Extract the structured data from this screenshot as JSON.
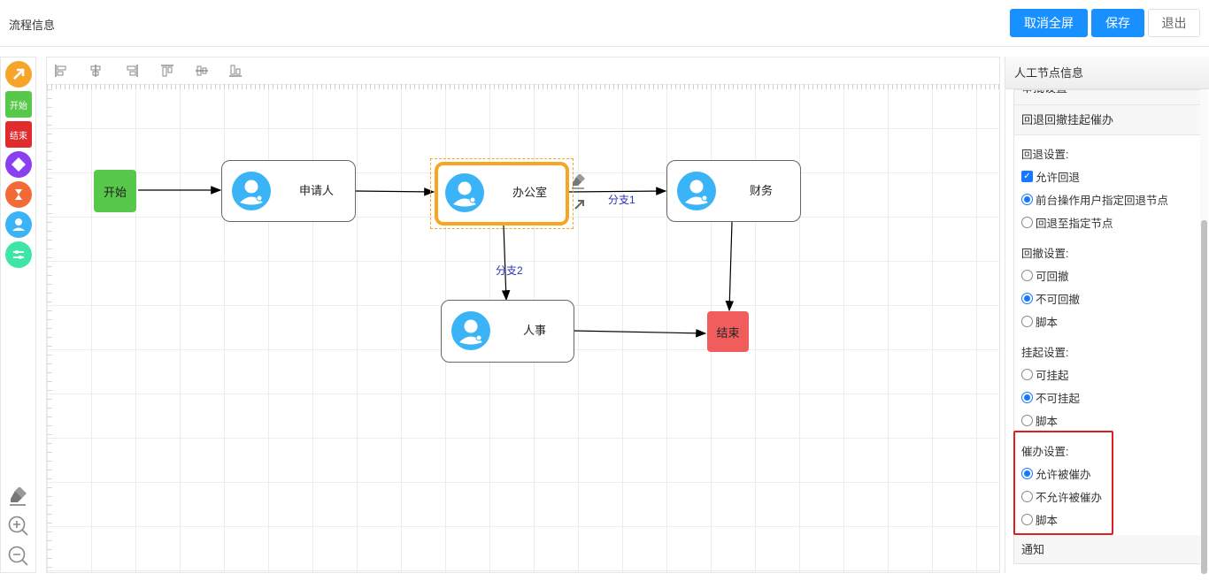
{
  "header": {
    "title": "流程信息",
    "cancel_fullscreen": "取消全屏",
    "save": "保存",
    "exit": "退出"
  },
  "palette": {
    "start": "开始",
    "end": "结束"
  },
  "canvas": {
    "nodes": {
      "start": "开始",
      "applicant": "申请人",
      "office": "办公室",
      "finance": "财务",
      "hr": "人事",
      "end": "结束"
    },
    "edges": {
      "branch1": "分支1",
      "branch2": "分支2"
    }
  },
  "panel": {
    "title": "人工节点信息",
    "sections": {
      "approval": "审批设置",
      "rollback_section": "回退回撤挂起催办",
      "notify": "通知"
    },
    "rollback": {
      "label": "回退设置:",
      "allow": "允许回退",
      "frontend": "前台操作用户指定回退节点",
      "specified": "回退至指定节点"
    },
    "withdraw": {
      "label": "回撤设置:",
      "can": "可回撤",
      "cannot": "不可回撤",
      "script": "脚本"
    },
    "suspend": {
      "label": "挂起设置:",
      "can": "可挂起",
      "cannot": "不可挂起",
      "script": "脚本"
    },
    "urge": {
      "label": "催办设置:",
      "allow": "允许被催办",
      "disallow": "不允许被催办",
      "script": "脚本"
    }
  },
  "colors": {
    "primary": "#1890ff",
    "start_node": "#57c84a",
    "end_node": "#f15d5d",
    "selected_border": "#f5a623",
    "avatar": "#3ab4f7",
    "highlight": "#e02020"
  }
}
